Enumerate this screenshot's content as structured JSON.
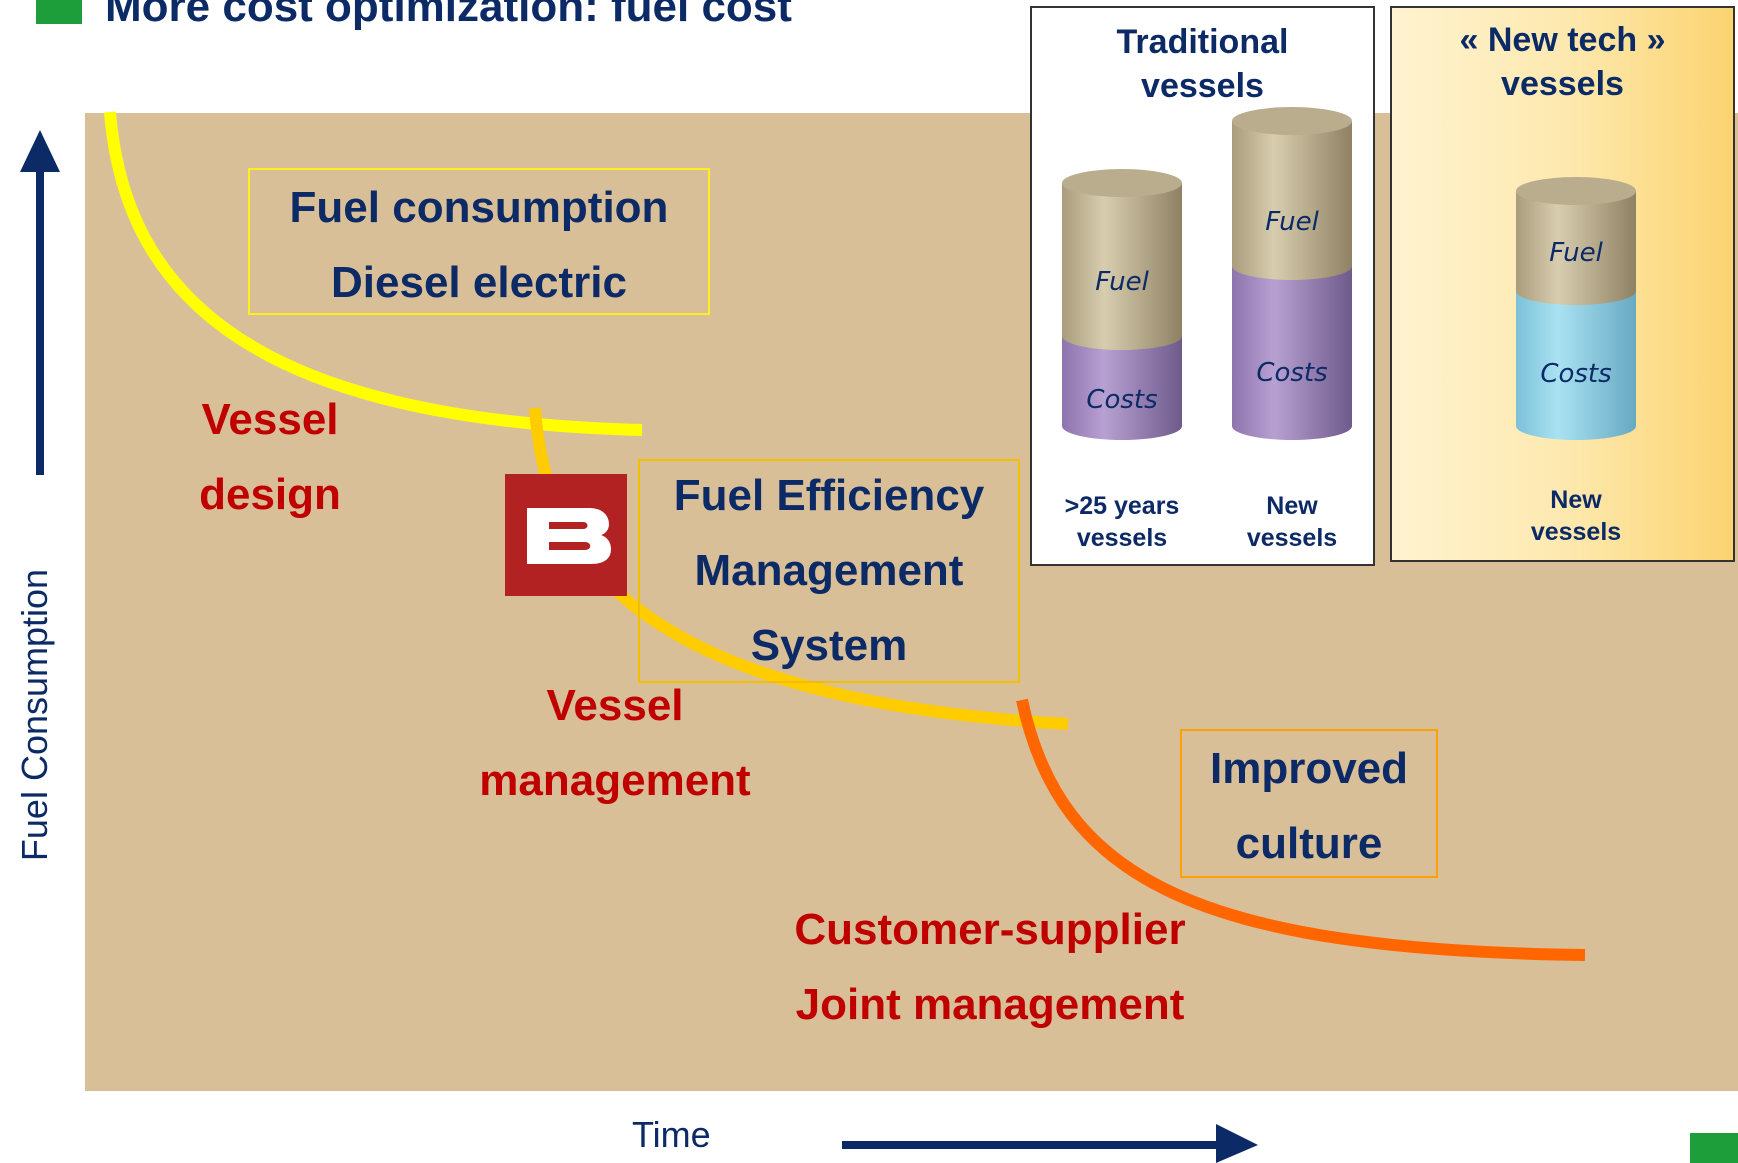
{
  "title": "More cost optimization: fuel cost",
  "axes": {
    "y_label": "Fuel Consumption",
    "x_label": "Time"
  },
  "boxes": {
    "fuel_consumption": [
      "Fuel consumption",
      "Diesel electric"
    ],
    "fems": [
      "Fuel Efficiency",
      "Management",
      "System"
    ],
    "improved_culture": [
      "Improved",
      "culture"
    ]
  },
  "labels": {
    "vessel_design": [
      "Vessel",
      "design"
    ],
    "vessel_management": [
      "Vessel",
      "management"
    ],
    "customer_supplier": [
      "Customer-supplier",
      "Joint management"
    ]
  },
  "inset_traditional": {
    "title": [
      "Traditional",
      "vessels"
    ],
    "cylinders": [
      {
        "fuel": "Fuel",
        "costs": "Costs",
        "label": [
          ">25 years",
          "vessels"
        ]
      },
      {
        "fuel": "Fuel",
        "costs": "Costs",
        "label": [
          "New",
          "vessels"
        ]
      }
    ]
  },
  "inset_newtech": {
    "title": [
      "« New tech »",
      "vessels"
    ],
    "cylinders": [
      {
        "fuel": "Fuel",
        "costs": "Costs",
        "label": [
          "New",
          "vessels"
        ]
      }
    ]
  },
  "logo": {
    "letter": "B"
  },
  "colors": {
    "title": "#0c2a66",
    "red_text": "#c00000",
    "panel": "#d9bf98",
    "curve1": "#ffff00",
    "curve2": "#ffcc00",
    "curve3": "#ff6600",
    "fuel": "#c9bb98",
    "costs_purple": "#a88fc4",
    "costs_blue": "#9bd6ea",
    "bullet": "#1e9e3a"
  }
}
